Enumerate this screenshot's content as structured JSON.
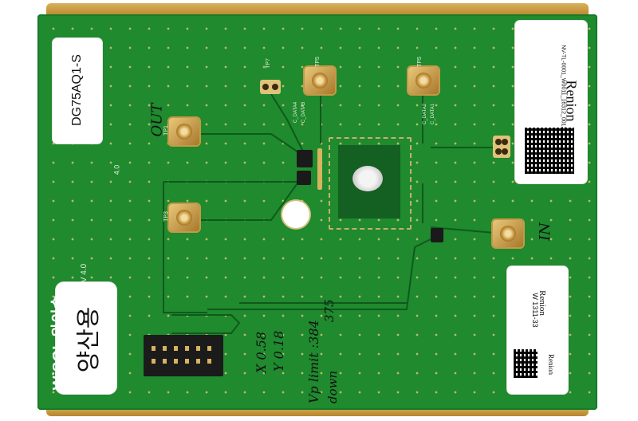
{
  "board": {
    "part_number": "DG75AQ1-S",
    "revision": "V 4.0",
    "brand_logo": "WiSOL 와이솔",
    "korean_label": "양산용"
  },
  "labels": {
    "renion_top": {
      "brand": "Renion",
      "code": "NV-TL-0001_W0011_16312_0012-01-31"
    },
    "renion_bottom": {
      "brand": "Renion",
      "code": "W 1311-33",
      "footer": "Renion"
    }
  },
  "handwriting": {
    "out": "OUT",
    "in": "IN",
    "x": "X 0.58",
    "y": "Y 0.18",
    "vp": "Vp limit :384",
    "vp2": "375",
    "down": "down"
  },
  "silkscreen": {
    "tp7": "TP7",
    "tp5a": "TP5",
    "tp5b": "TP5",
    "tp1": "TP1",
    "tp3": "TP3",
    "data4": "C_DATA4",
    "data3": "C_DATA3",
    "data2": "C_DATA2",
    "data1": "C_DATA1",
    "v40": "4.0"
  },
  "colors": {
    "pcb_green": "#1f8a2e",
    "gold": "#c9a24e",
    "label_white": "#ffffff"
  }
}
